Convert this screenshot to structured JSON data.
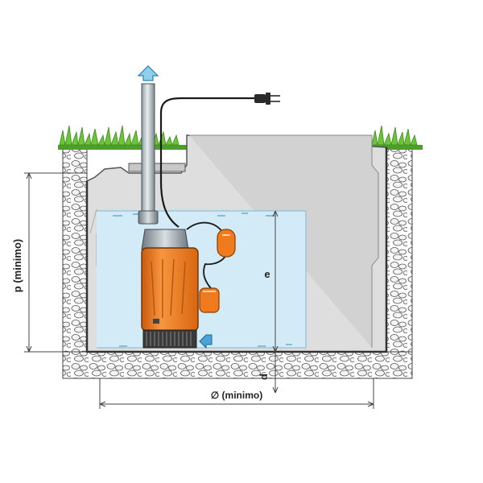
{
  "labels": {
    "depth": "p (minimo)",
    "water_level": "e",
    "bottom_gap": "d",
    "diameter": "∅ (minimo)"
  },
  "colors": {
    "pump_orange": "#f07b1e",
    "water": "#d2ebf6",
    "tank_gray": "#dedede",
    "grass": "#6cc437",
    "flow_arrow": "#4aa3d8"
  },
  "icons": [
    "outflow-arrow-icon",
    "inflow-arrow-icon",
    "power-plug-icon",
    "float-switch-icon"
  ]
}
